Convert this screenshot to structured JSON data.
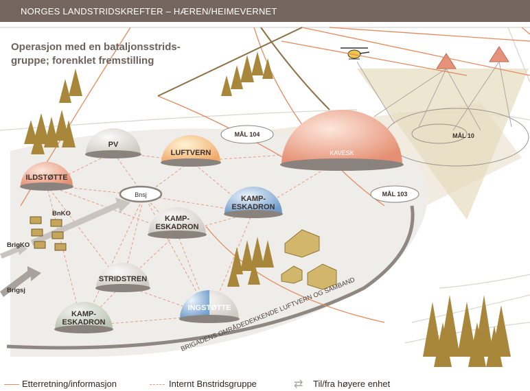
{
  "header": {
    "title": "NORGES LANDSTRIDSKREFTER – HÆREN/HEIMEVERNET"
  },
  "subtitle": {
    "line1": "Operasjon med en bataljonsstrids-",
    "line2": "gruppe; forenklet fremstilling"
  },
  "domes": {
    "pv": "PV",
    "luftvern": "LUFTVERN",
    "ildstotte": "ILDSTØTTE",
    "kamp_right_1": "KAMP-",
    "kamp_right_2": "ESKADRON",
    "kamp_center_1": "KAMP-",
    "kamp_center_2": "ESKADRON",
    "stridstren": "STRIDSTREN",
    "kamp_left_1": "KAMP-",
    "kamp_left_2": "ESKADRON",
    "ingstotte": "INGSTØTTE",
    "kavesk": "KAVESK"
  },
  "nodes": {
    "bnsj": "Bnsj"
  },
  "targets": {
    "mal104": "MÅL 104",
    "mal10": "MÅL 10",
    "mal103": "MÅL 103"
  },
  "side_labels": {
    "bnko": "BnKO",
    "brigko": "BrigKO",
    "brigsj": "Brigsj"
  },
  "arc_label": "BRIGADENS OMRÅDEDEKKENDE LUFTVERN OG SAMBAND",
  "legend": {
    "item1": "Etterretning/informasjon",
    "item2": "Internt Bnstridsgruppe",
    "item3": "Til/fra høyere enhet"
  },
  "colors": {
    "header_bg": "#75655f",
    "salmon": "#e8967e",
    "orange_line": "#e48a5e",
    "tree": "#a8873a",
    "gray_dome": "#dad7d2",
    "blue_dome": "#7ea6cf"
  }
}
